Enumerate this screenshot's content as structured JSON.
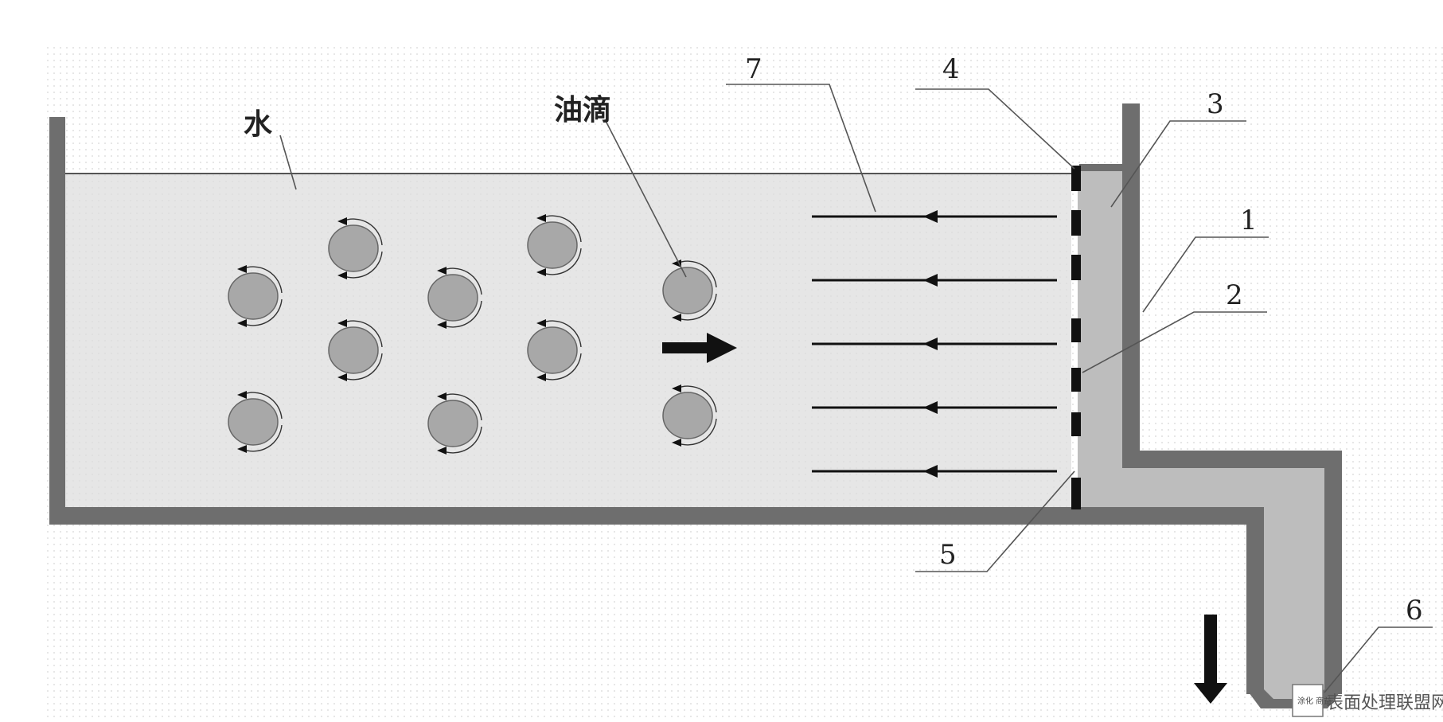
{
  "labels": {
    "water": "水",
    "oil_droplet": "油滴",
    "n1": "1",
    "n2": "2",
    "n3": "3",
    "n4": "4",
    "n5": "5",
    "n6": "6",
    "n7": "7"
  },
  "watermark": {
    "logo_text": "涂化 商益",
    "site_text": "表面处理联盟网"
  },
  "colors": {
    "wall": "#6e6e6e",
    "water": "#e6e6e6",
    "oil_channel": "#bdbdbd",
    "droplet": "#a8a8a8",
    "membrane": "#111111"
  }
}
